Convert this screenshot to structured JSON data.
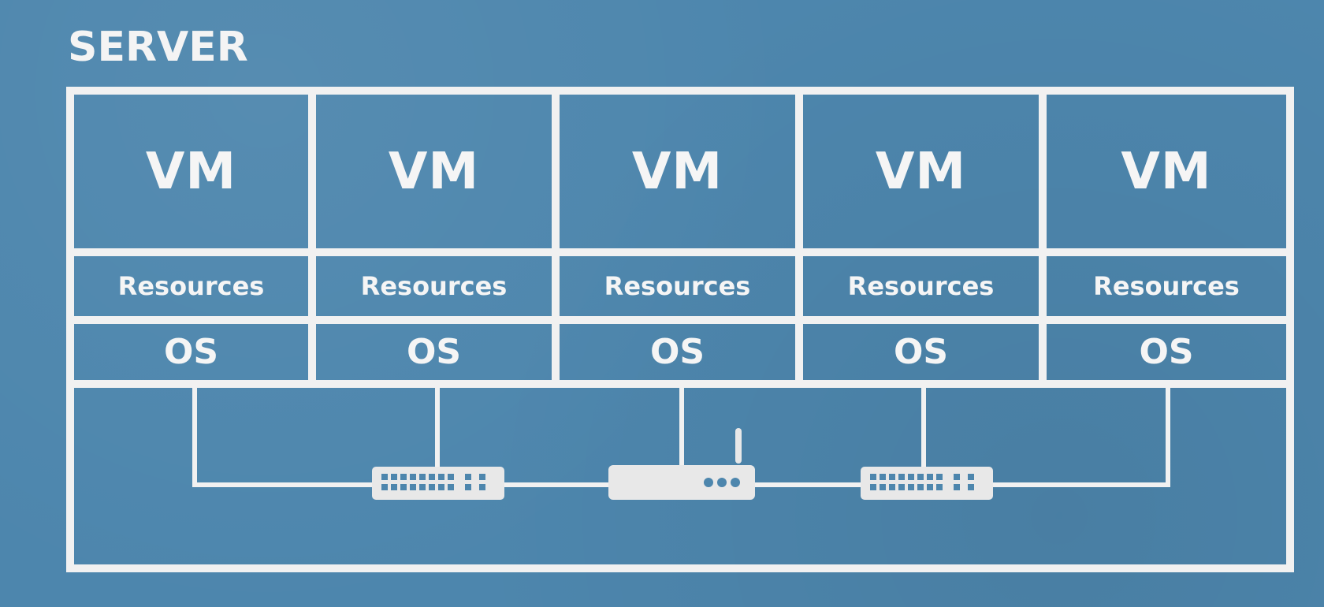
{
  "server": {
    "title": "SERVER"
  },
  "columns": [
    {
      "vm_label": "VM",
      "resources_label": "Resources",
      "os_label": "OS"
    },
    {
      "vm_label": "VM",
      "resources_label": "Resources",
      "os_label": "OS"
    },
    {
      "vm_label": "VM",
      "resources_label": "Resources",
      "os_label": "OS"
    },
    {
      "vm_label": "VM",
      "resources_label": "Resources",
      "os_label": "OS"
    },
    {
      "vm_label": "VM",
      "resources_label": "Resources",
      "os_label": "OS"
    }
  ],
  "network": {
    "left_switch_icon": "network-switch-icon",
    "router_icon": "router-icon",
    "right_switch_icon": "network-switch-icon"
  },
  "colors": {
    "background": "#4d86ad",
    "line": "#f1f1f1",
    "text": "#f5f5f5",
    "device_fill": "#e8e8e8",
    "device_detail": "#4d86ad"
  }
}
